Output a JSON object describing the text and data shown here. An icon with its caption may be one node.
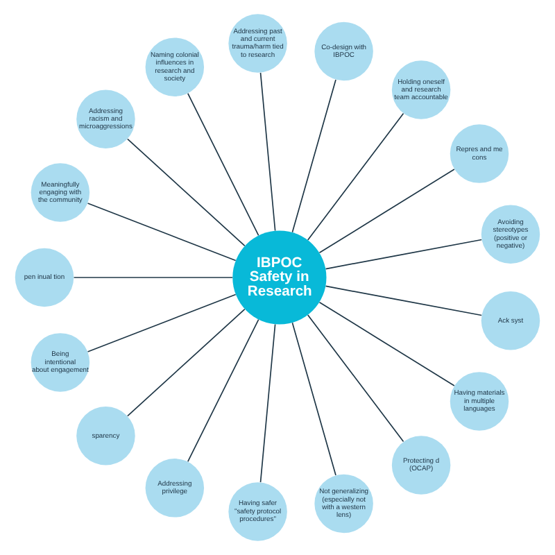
{
  "diagram": {
    "nodes": [
      {
        "text": [
          "IBPOC Safety in Research"
        ]
      },
      {
        "text": [
          "Avoiding stereotypes (positive or negative)"
        ]
      },
      {
        "text": [
          "Repres and me cons"
        ]
      },
      {
        "text": [
          "Holding oneself and research team accountable"
        ]
      },
      {
        "text": [
          "Co-design with IBPOC"
        ]
      },
      {
        "text": [
          "Addressing past and current trauma/harm tied to research"
        ]
      },
      {
        "text": [
          "Naming colonial influences in research and society"
        ]
      },
      {
        "text": [
          "Addressing racism and microaggressions"
        ]
      },
      {
        "text": [
          "Meaningfully engaging with the community"
        ]
      },
      {
        "text": [
          "pen inual tion"
        ]
      },
      {
        "text": [
          "Being intentional about engagement"
        ]
      },
      {
        "text": [
          "sparency"
        ]
      },
      {
        "text": [
          "Addressing privilege"
        ]
      },
      {
        "text": [
          "Having safer \"safety protocol procedures\""
        ]
      },
      {
        "text": [
          "Not generalizing (especially not with a western lens)"
        ]
      },
      {
        "text": [
          "Protecting d (OCAP)"
        ]
      },
      {
        "text": [
          "Having materials in multiple languages"
        ]
      },
      {
        "text": [
          "Ack syst"
        ]
      }
    ],
    "edges": [
      {
        "from": 0,
        "to": 1,
        "arrow": "none"
      },
      {
        "from": 0,
        "to": 2,
        "arrow": "none"
      },
      {
        "from": 0,
        "to": 3,
        "arrow": "none"
      },
      {
        "from": 0,
        "to": 4,
        "arrow": "none"
      },
      {
        "from": 0,
        "to": 5,
        "arrow": "none"
      },
      {
        "from": 0,
        "to": 6,
        "arrow": "none"
      },
      {
        "from": 0,
        "to": 7,
        "arrow": "none"
      },
      {
        "from": 0,
        "to": 8,
        "arrow": "none"
      },
      {
        "from": 0,
        "to": 9,
        "arrow": "none"
      },
      {
        "from": 0,
        "to": 10,
        "arrow": "none"
      },
      {
        "from": 0,
        "to": 11,
        "arrow": "none"
      },
      {
        "from": 0,
        "to": 12,
        "arrow": "none"
      },
      {
        "from": 0,
        "to": 13,
        "arrow": "none"
      },
      {
        "from": 0,
        "to": 14,
        "arrow": "none"
      },
      {
        "from": 0,
        "to": 15,
        "arrow": "none"
      },
      {
        "from": 0,
        "to": 16,
        "arrow": "none"
      },
      {
        "from": 0,
        "to": 17,
        "arrow": "none"
      }
    ]
  }
}
